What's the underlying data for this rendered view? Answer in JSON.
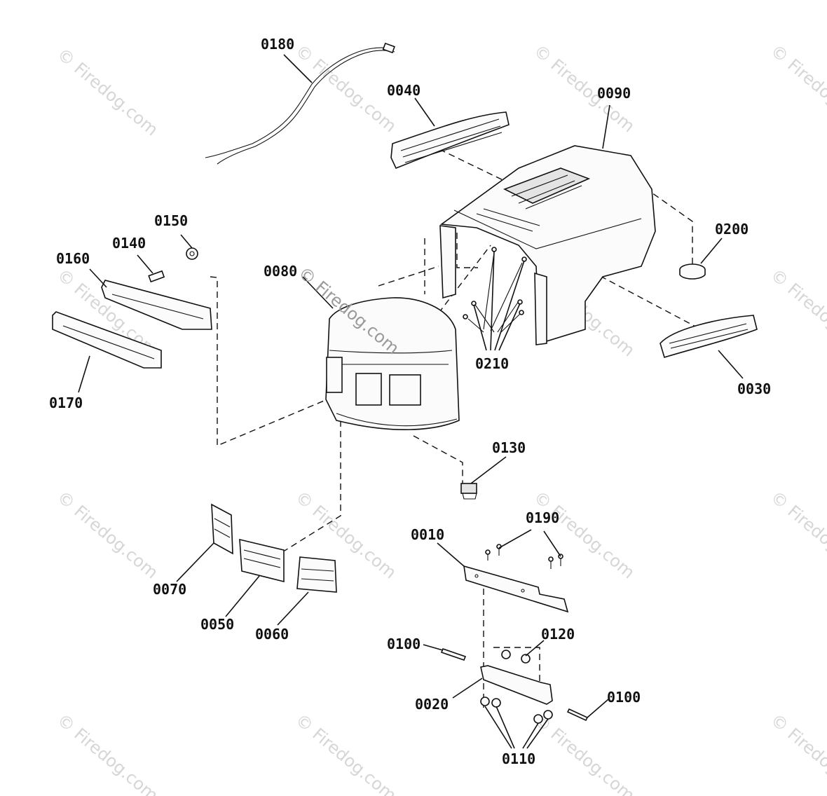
{
  "watermark": {
    "text": "© Firedog.com"
  },
  "parts": {
    "p0010": "0010",
    "p0020": "0020",
    "p0030": "0030",
    "p0040": "0040",
    "p0050": "0050",
    "p0060": "0060",
    "p0070": "0070",
    "p0080": "0080",
    "p0090": "0090",
    "p0100": "0100",
    "p0110": "0110",
    "p0120": "0120",
    "p0130": "0130",
    "p0140": "0140",
    "p0150": "0150",
    "p0160": "0160",
    "p0170": "0170",
    "p0180": "0180",
    "p0190": "0190",
    "p0200": "0200",
    "p0210": "0210"
  }
}
